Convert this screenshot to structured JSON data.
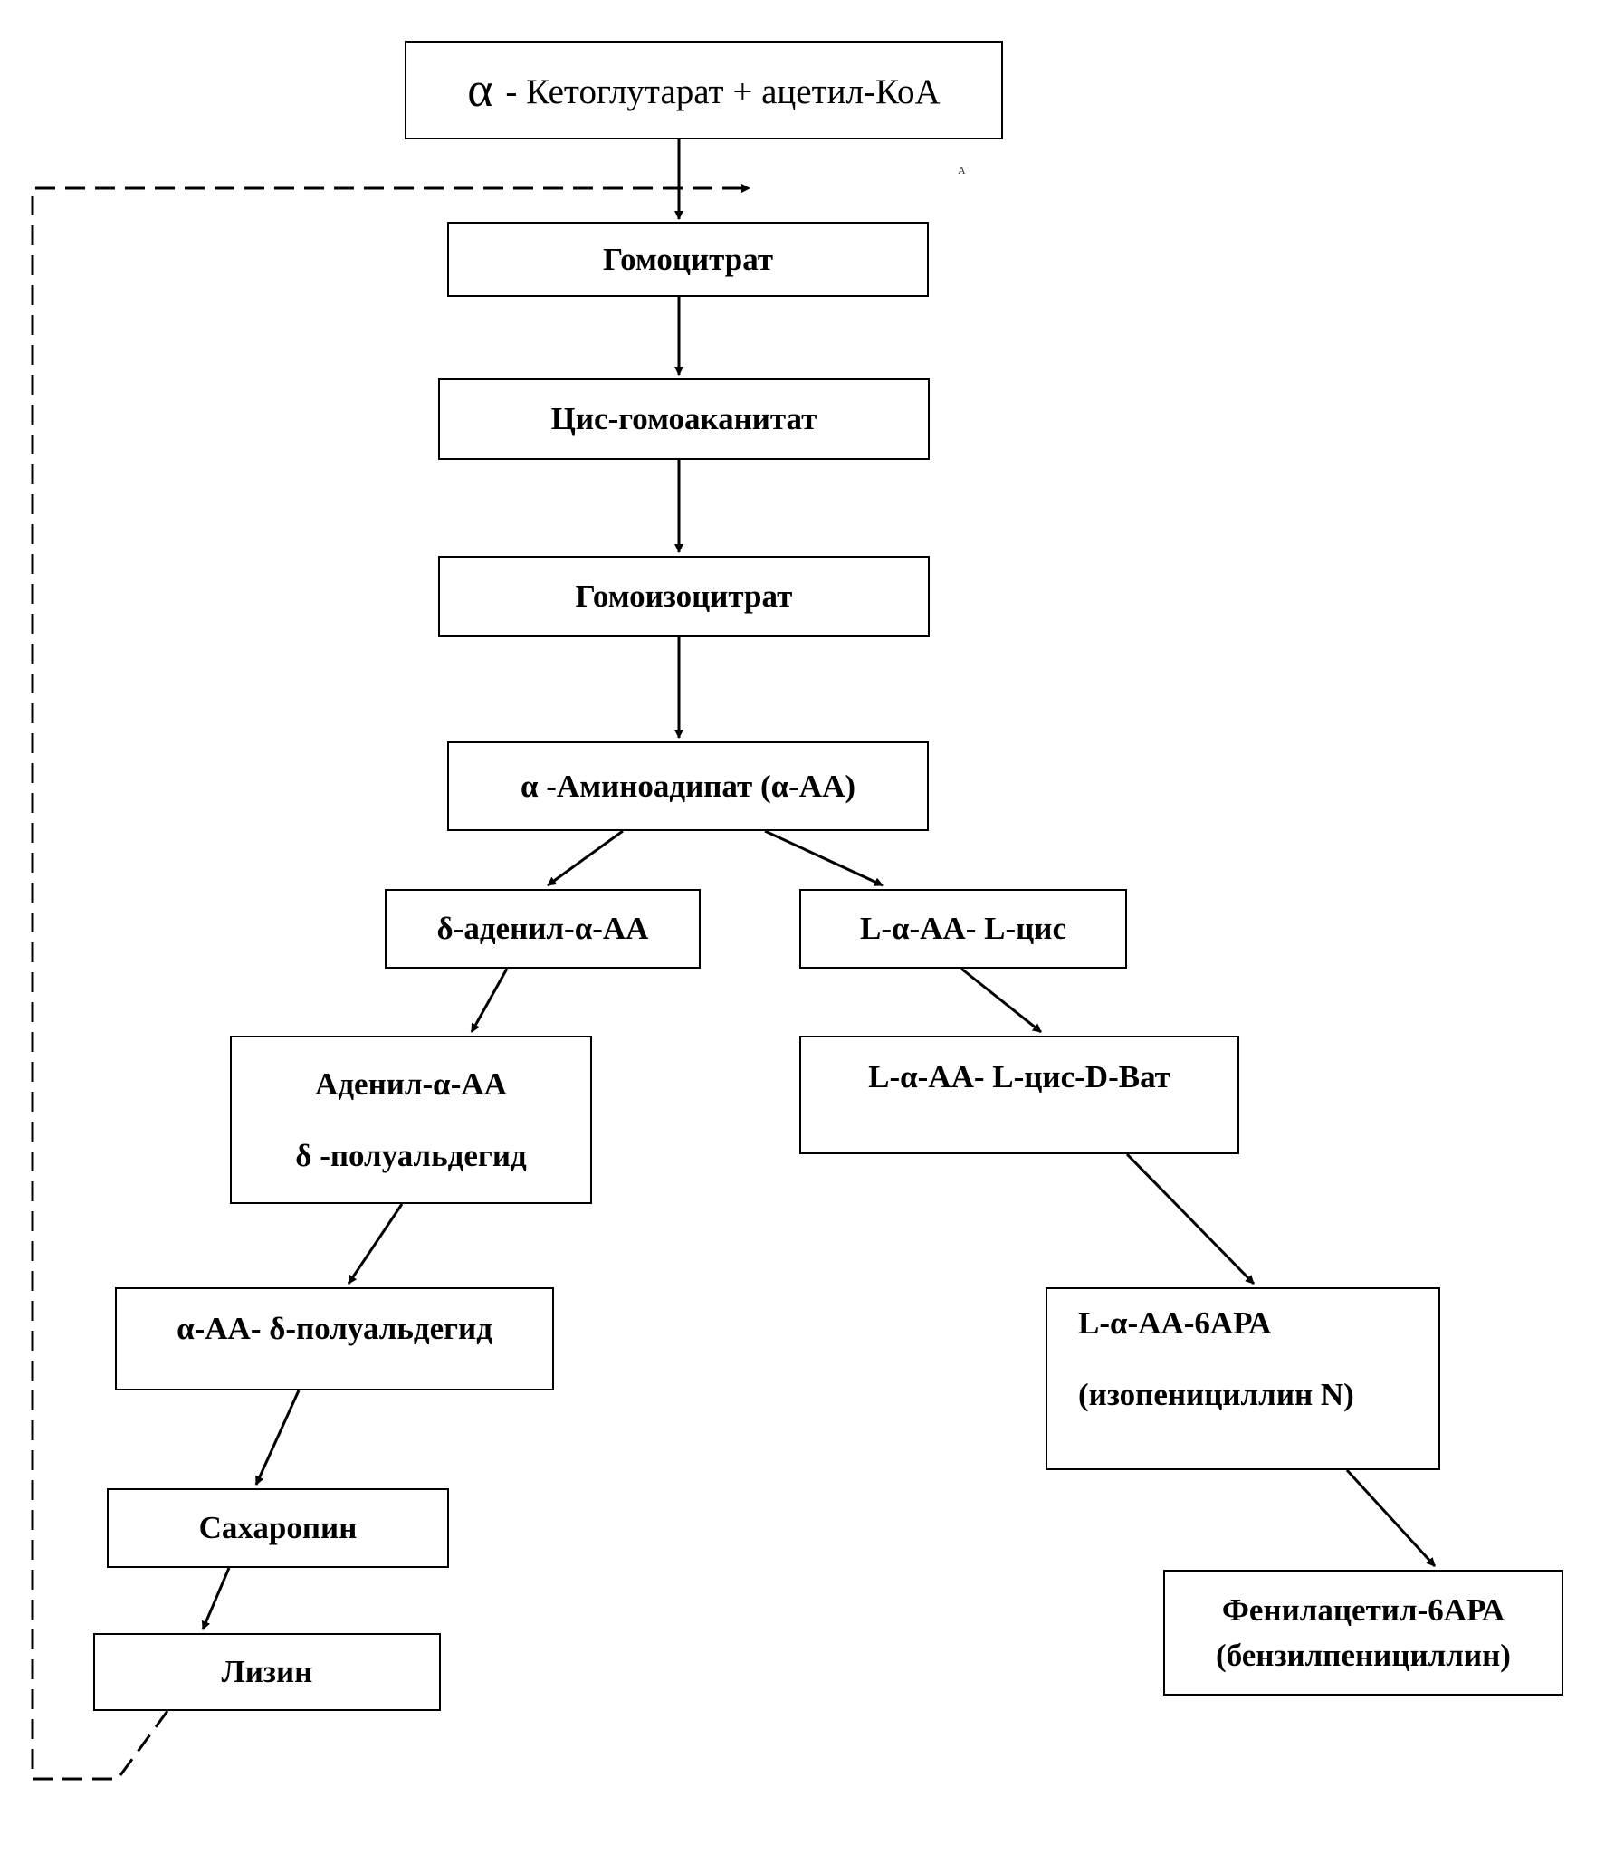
{
  "diagram": {
    "nodes": {
      "start": {
        "alpha": "α",
        "rest": " - Кетоглутарат + ацетил-КоА"
      },
      "homocitrate": "Гомоцитрат",
      "cis_homoaconitate": "Цис-гомоаканитат",
      "homoisocitrate": "Гомоизоцитрат",
      "aminoadipate": "α -Аминоадипат  (α-АА)",
      "adenyl_aa": "δ-аденил-α-АА",
      "l_aa_cys": "L-α-АА- L-цис",
      "adenyl_semialdehyde": {
        "line1": "Аденил-α-АА",
        "line2": "δ -полуальдегид"
      },
      "aca_cys_val": "L-α-АА- L-цис-D-Ват",
      "aa_semialdehyde": "α-АА- δ-полуальдегид",
      "isopenicillin": {
        "line1": "L-α-АА-6АРА",
        "line2": "(изопенициллин N)"
      },
      "saccharopine": "Сахаропин",
      "lysine": "Лизин",
      "benzylpenicillin": {
        "line1": "Фенилацетил-6АРА",
        "line2": "(бензилпенициллин)"
      }
    },
    "stray_mark": "А",
    "feedback_edge": {
      "from": "Лизин",
      "to": "Гомоцитрат",
      "style": "dashed"
    }
  }
}
